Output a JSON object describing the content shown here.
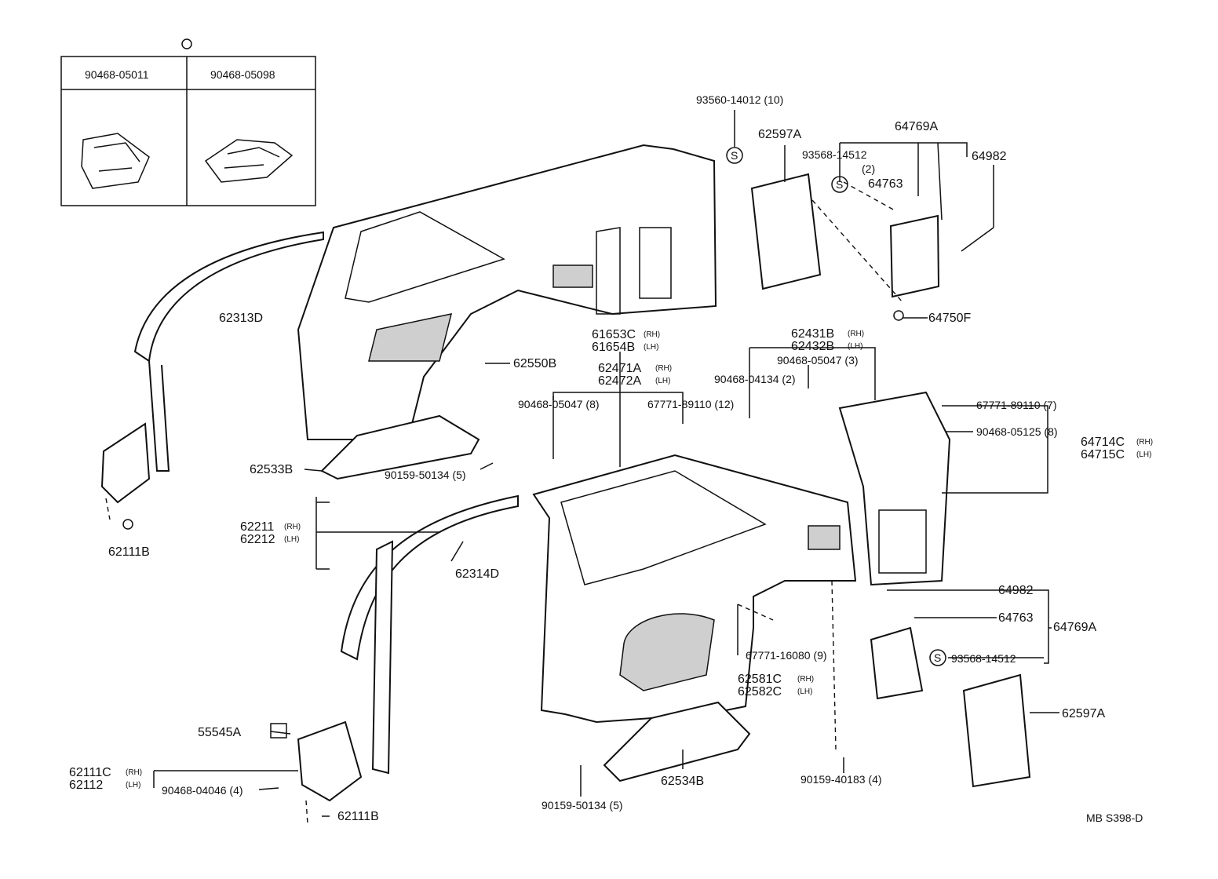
{
  "inset": {
    "symbol": "S",
    "columns": [
      "90468-05011",
      "90468-05098"
    ]
  },
  "labels": {
    "screw_93560": "93560-14012 (10)",
    "panel_62597A_top": "62597A",
    "group_64769A_top": "64769A",
    "screw_93568_top": "93568-14512",
    "qty_2": "(2)",
    "part_64763_top": "64763",
    "part_64982_top": "64982",
    "part_64750F": "64750F",
    "part_62313D": "62313D",
    "part_61653C": "61653C",
    "part_61654B": "61654B",
    "part_62550B": "62550B",
    "part_62431B": "62431B",
    "part_62432B": "62432B",
    "clip_90468_05047_3": "90468-05047 (3)",
    "clip_90468_04134_2": "90468-04134 (2)",
    "part_62471A": "62471A",
    "part_62472A": "62472A",
    "clip_90468_05047_8": "90468-05047 (8)",
    "clip_67771_89110_12": "67771-89110 (12)",
    "clip_67771_89110_7": "67771-89110 (7)",
    "clip_90468_05125_8": "90468-05125 (8)",
    "part_64714C": "64714C",
    "part_64715C": "64715C",
    "part_62533B": "62533B",
    "screw_90159_50134_5a": "90159-50134 (5)",
    "part_62211": "62211",
    "part_62212": "62212",
    "part_62111B_top": "62111B",
    "part_62314D": "62314D",
    "part_64982_bot": "64982",
    "part_64763_bot": "64763",
    "group_64769A_bot": "64769A",
    "screw_93568_bot": "93568-14512",
    "clip_67771_16080_9": "67771-16080 (9)",
    "part_62581C": "62581C",
    "part_62582C": "62582C",
    "part_62597A_bot": "62597A",
    "part_55545A": "55545A",
    "part_62111C": "62111C",
    "part_62112": "62112",
    "clip_90468_04046_4": "90468-04046 (4)",
    "part_62111B_bot": "62111B",
    "screw_90159_50134_5b": "90159-50134 (5)",
    "part_62534B": "62534B",
    "screw_90159_40183_4": "90159-40183 (4)",
    "diagram_code": "MB  S398-D"
  },
  "sides": {
    "rh": "(RH)",
    "lh": "(LH)"
  }
}
